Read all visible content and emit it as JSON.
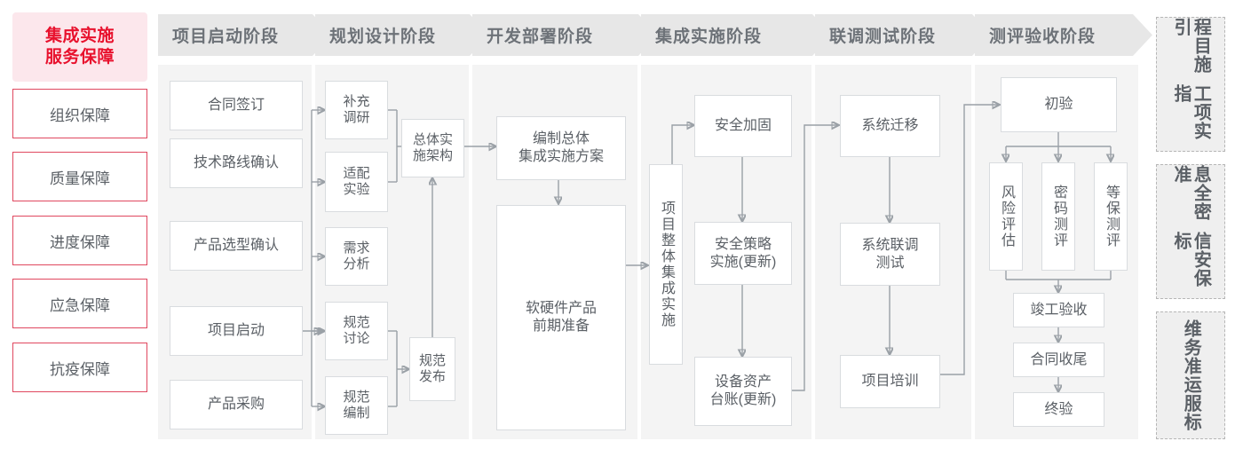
{
  "left_panel": {
    "title": "集成实施\n服务保障",
    "title_line1": "集成实施",
    "title_line2": "服务保障",
    "items": [
      {
        "label": "组织保障"
      },
      {
        "label": "质量保障"
      },
      {
        "label": "进度保障"
      },
      {
        "label": "应急保障"
      },
      {
        "label": "抗疫保障"
      }
    ],
    "accent_color": "#e8112d",
    "title_bg": "#fce7ec",
    "item_border": "#e0485f"
  },
  "phases": [
    {
      "id": "p1",
      "header": "项目启动阶段"
    },
    {
      "id": "p2",
      "header": "规划设计阶段"
    },
    {
      "id": "p3",
      "header": "开发部署阶段"
    },
    {
      "id": "p4",
      "header": "集成实施阶段"
    },
    {
      "id": "p5",
      "header": "联调测试阶段"
    },
    {
      "id": "p6",
      "header": "测评验收阶段"
    }
  ],
  "nodes": {
    "p1": [
      {
        "label": "合同签订"
      },
      {
        "label": "技术路线确认"
      },
      {
        "label": "产品选型确认"
      },
      {
        "label": "项目启动"
      },
      {
        "label": "产品采购"
      }
    ],
    "p2": [
      {
        "label": "补充\n调研",
        "l1": "补充",
        "l2": "调研"
      },
      {
        "label": "适配\n实验",
        "l1": "适配",
        "l2": "实验"
      },
      {
        "label": "需求\n分析",
        "l1": "需求",
        "l2": "分析"
      },
      {
        "label": "规范\n讨论",
        "l1": "规范",
        "l2": "讨论"
      },
      {
        "label": "规范\n编制",
        "l1": "规范",
        "l2": "编制"
      },
      {
        "label": "总体实\n施架构",
        "l1": "总体实",
        "l2": "施架构"
      },
      {
        "label": "规范\n发布",
        "l1": "规范",
        "l2": "发布"
      }
    ],
    "p3": [
      {
        "label": "编制总体\n集成实施方案",
        "l1": "编制总体",
        "l2": "集成实施方案"
      },
      {
        "label": "软硬件产品\n前期准备",
        "l1": "软硬件产品",
        "l2": "前期准备"
      }
    ],
    "p4": [
      {
        "label": "项目整体集成实施",
        "vertical": true
      },
      {
        "label": "安全加固"
      },
      {
        "label": "安全策略\n实施(更新)",
        "l1": "安全策略",
        "l2": "实施(更新)"
      },
      {
        "label": "设备资产\n台账(更新)",
        "l1": "设备资产",
        "l2": "台账(更新)"
      }
    ],
    "p5": [
      {
        "label": "系统迁移"
      },
      {
        "label": "系统联调\n测试",
        "l1": "系统联调",
        "l2": "测试"
      },
      {
        "label": "项目培训"
      }
    ],
    "p6": [
      {
        "label": "初验"
      },
      {
        "label": "风险评估",
        "vertical": true
      },
      {
        "label": "密码测评",
        "vertical": true
      },
      {
        "label": "等保测评",
        "vertical": true
      },
      {
        "label": "竣工验收"
      },
      {
        "label": "合同收尾"
      },
      {
        "label": "终验"
      }
    ]
  },
  "standards": [
    {
      "label": "工程项目实施指引",
      "col_a": "工项实指",
      "col_b": "程目施引"
    },
    {
      "label": "信息安全保密标准",
      "col_a": "信安保标",
      "col_b": "息全密准"
    },
    {
      "label": "运维服务标准",
      "col_a": "运服标",
      "col_b": "维务准"
    }
  ],
  "colors": {
    "phase_band": "#e7e7e7",
    "phase_bg": "#f4f4f4",
    "node_border": "#d9dcdf",
    "wire": "#9aa0a6",
    "text": "#5b6066"
  }
}
